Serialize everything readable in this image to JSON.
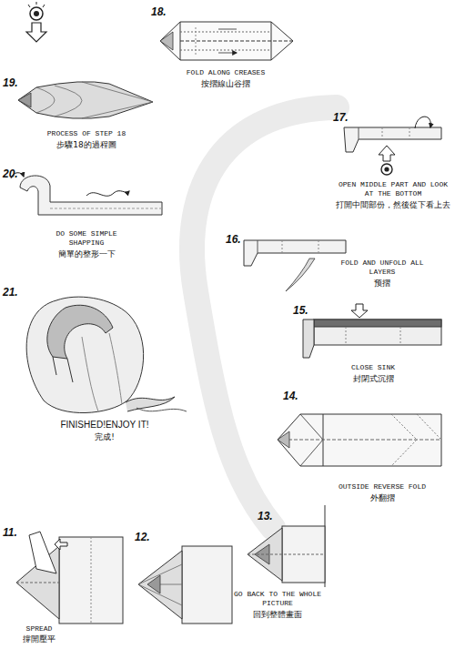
{
  "diagram": {
    "labels": [
      "18.",
      "FOLD ALONG CREASES",
      "按摺線山谷摺",
      "19.",
      "PROCESS OF STEP 18",
      "步驟18的過程圖",
      "17.",
      "OPEN MIDDLE PART AND LOOK AT THE BOTTOM",
      "打開中間部份，然後從下看上去",
      "20.",
      "DO SOME SIMPLE SHAPPING",
      "簡單的整形一下",
      "16.",
      "FOLD AND UNFOLD ALL LAYERS",
      "预摺",
      "15.",
      "CLOSE SINK",
      "封閉式沉摺",
      "21.",
      "FINISHED!ENJOY IT!",
      "完成!",
      "14.",
      "OUTSIDE REVERSE FOLD",
      "外翻摺",
      "11.",
      "SPREAD",
      "撐開壓平",
      "12.",
      "13.",
      "GO BACK TO THE WHOLE PICTURE",
      "回到整體畫面"
    ]
  }
}
